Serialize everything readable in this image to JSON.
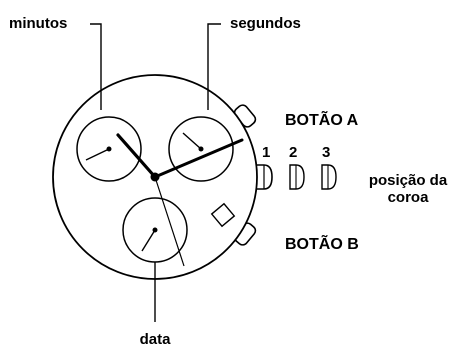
{
  "labels": {
    "minutes": "minutos",
    "seconds": "segundos",
    "button_a": "BOTÃO A",
    "button_b": "BOTÃO B",
    "position_1": "1",
    "position_2": "2",
    "position_3": "3",
    "crown_position_line1": "posição da",
    "crown_position_line2": "coroa",
    "date": "data"
  },
  "colors": {
    "ink": "#000000",
    "paper": "#ffffff"
  }
}
